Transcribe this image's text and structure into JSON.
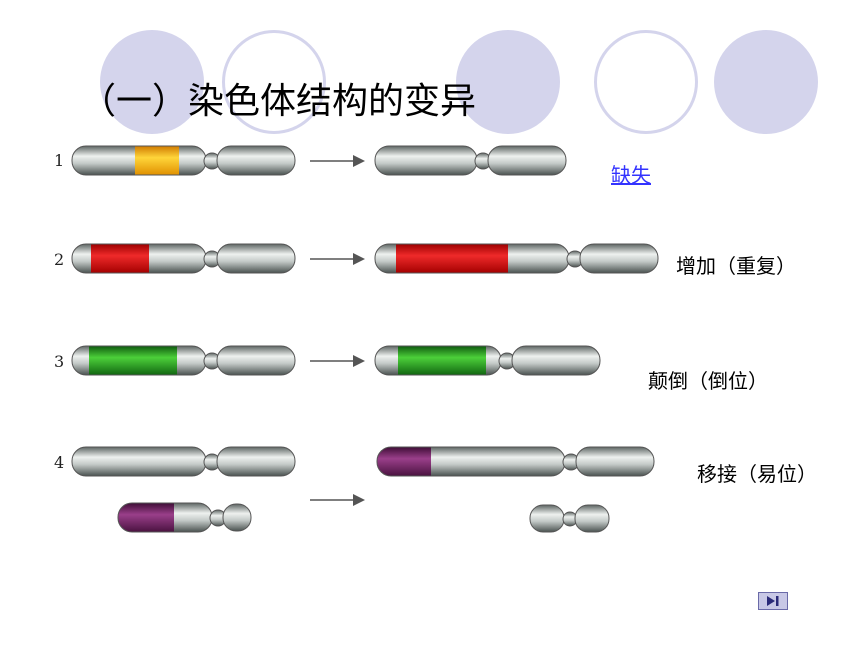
{
  "slide": {
    "title": "（一）染色体结构的变异",
    "rows": [
      {
        "number": "1",
        "label": "缺失",
        "label_is_link": true,
        "highlight_color": "#f2b21c"
      },
      {
        "number": "2",
        "label": "增加（重复）",
        "label_is_link": false,
        "highlight_color": "#dd1f1f"
      },
      {
        "number": "3",
        "label": "颠倒（倒位）",
        "label_is_link": false,
        "highlight_color": "#3fbb2f"
      },
      {
        "number": "4",
        "label": "移接（易位）",
        "label_is_link": false,
        "highlight_color": "#8a2e78"
      }
    ],
    "next_button_icon": "play-next-icon"
  },
  "colors": {
    "decor_circle": "#d4d4ec",
    "link": "#3333ff",
    "chromosome_gray": "#9aa2a0"
  }
}
